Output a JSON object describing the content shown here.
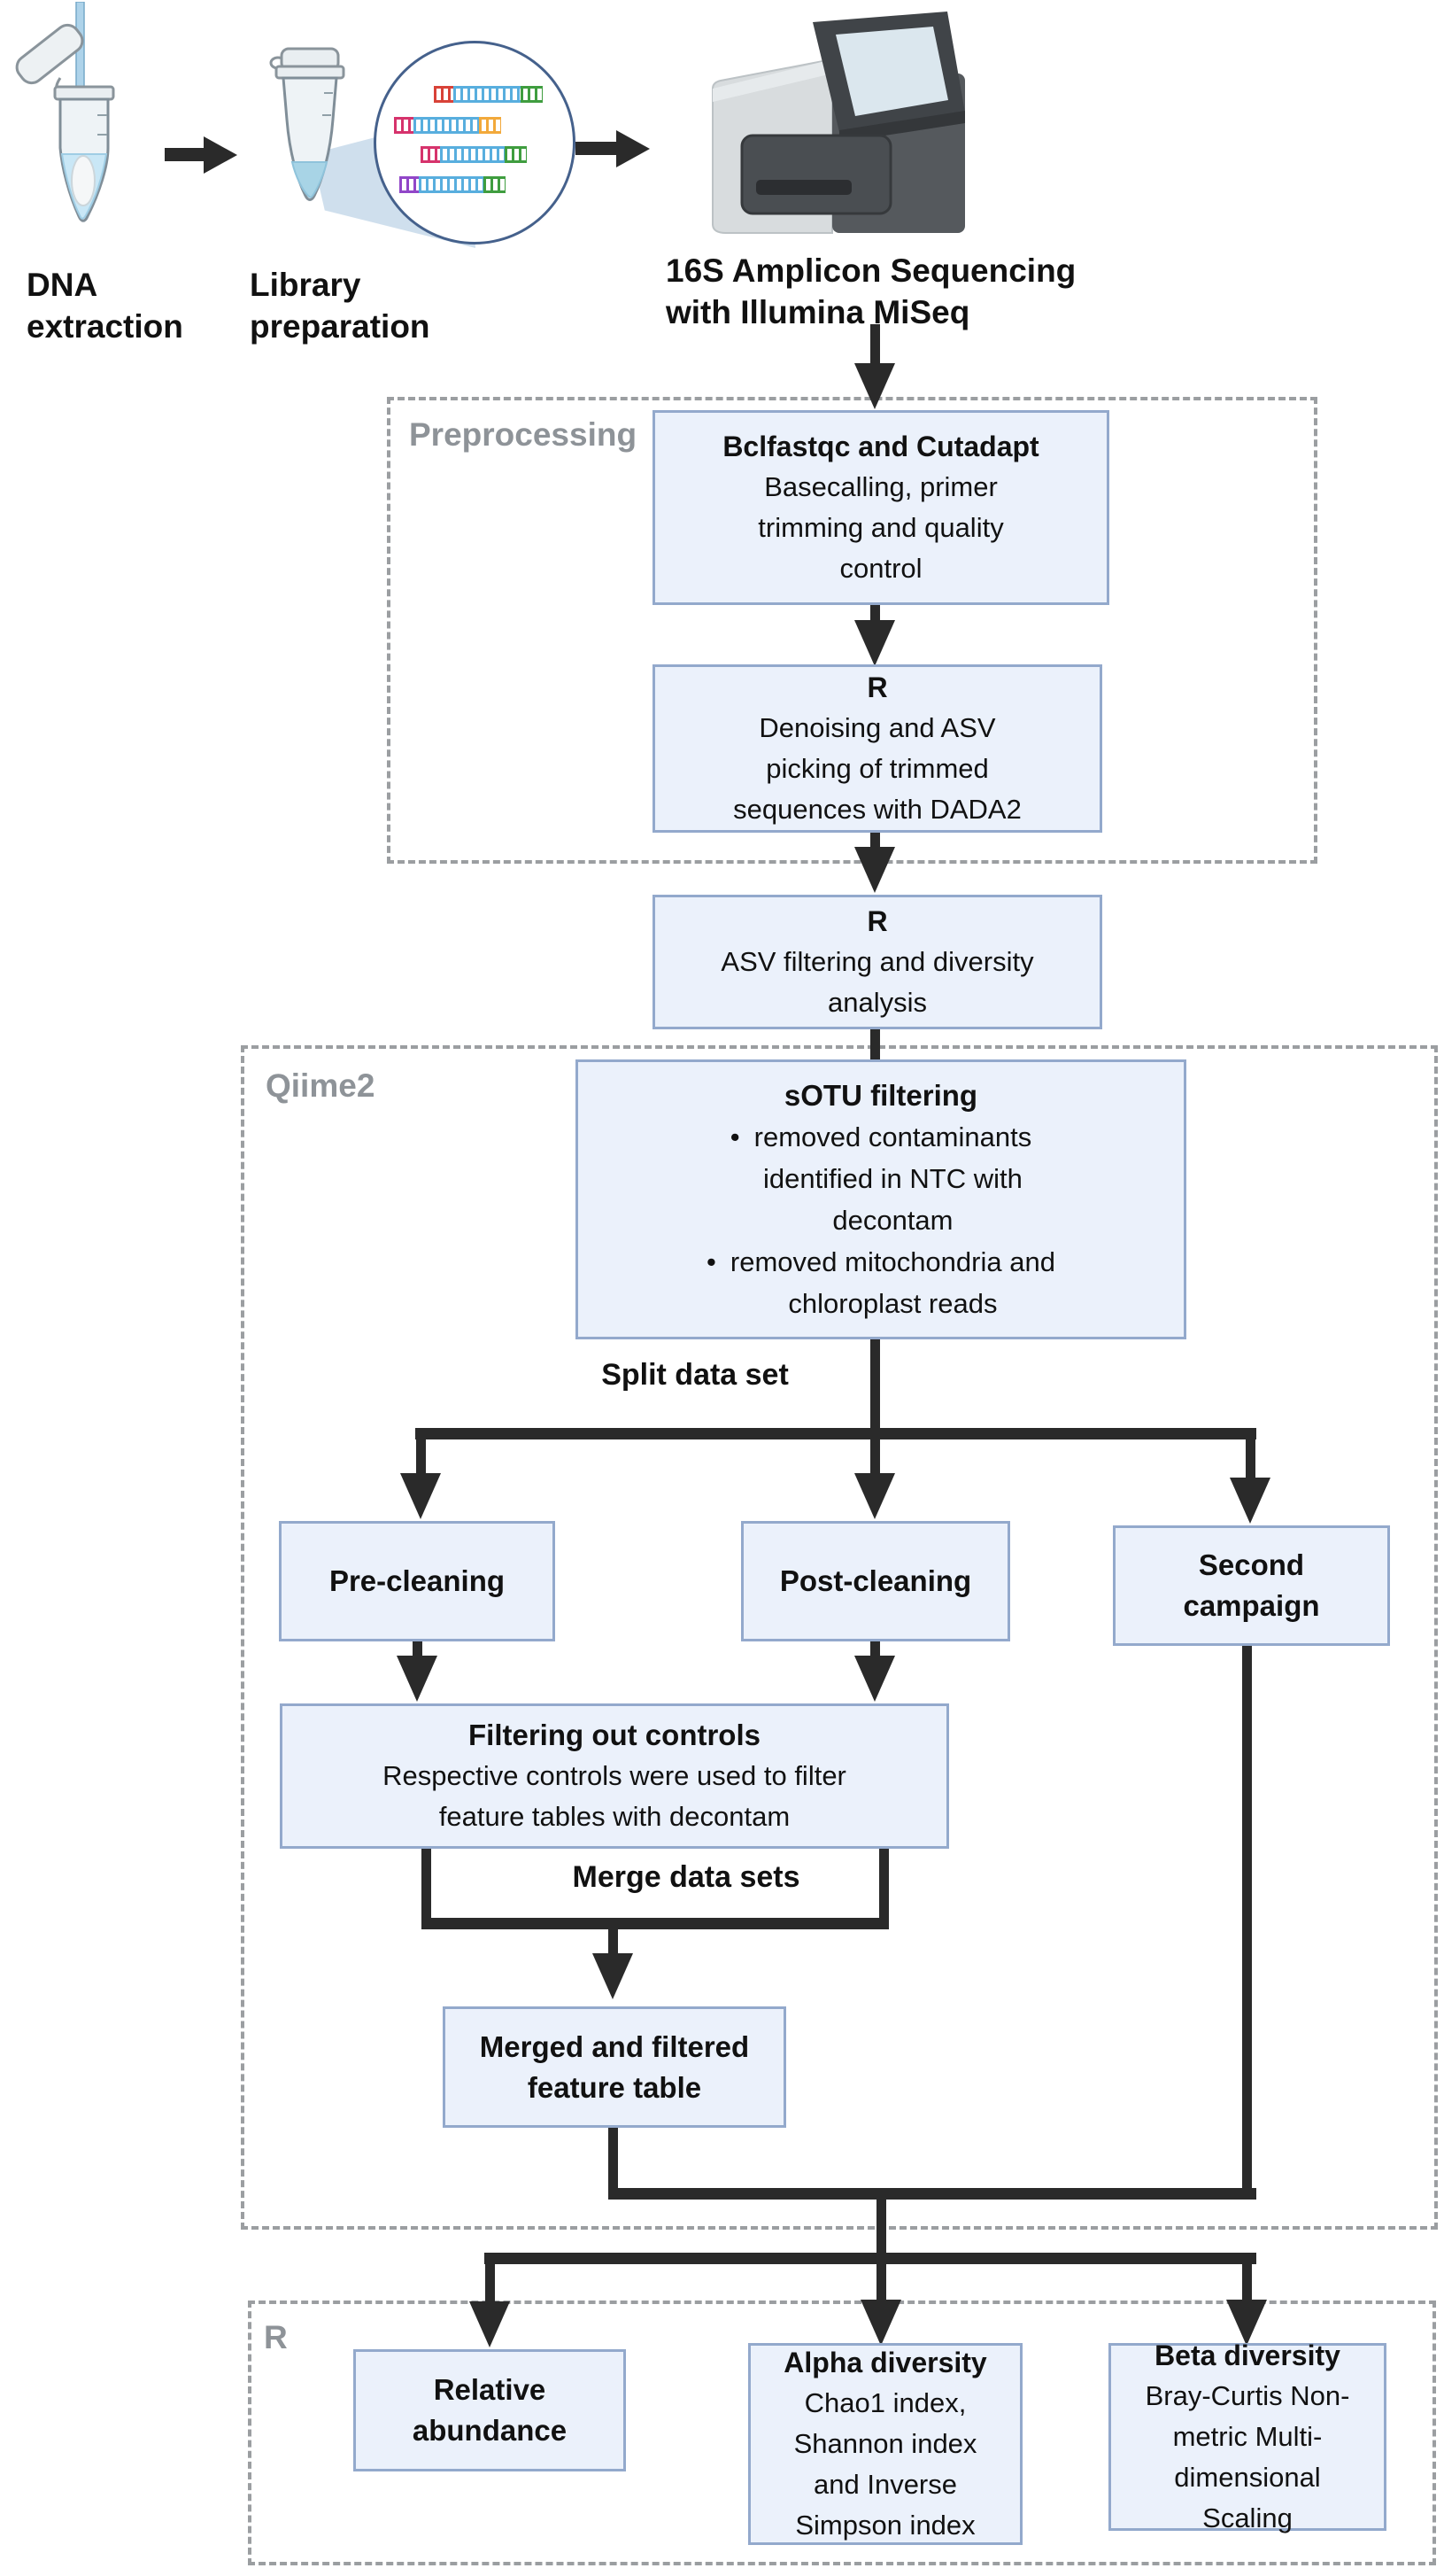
{
  "top_row": {
    "dna_extraction_label": "DNA\nextraction",
    "library_preparation_label": "Library\npreparation",
    "sequencing_label": "16S Amplicon Sequencing\nwith Illumina MiSeq"
  },
  "preprocessing": {
    "section_label": "Preprocessing",
    "bcl_box": {
      "title": "Bclfastqc and Cutadapt",
      "body": "Basecalling, primer\ntrimming and quality\ncontrol"
    },
    "dada_box": {
      "title": "R",
      "body": "Denoising and ASV\npicking of trimmed\nsequences with DADA2"
    }
  },
  "asv_box": {
    "title": "R",
    "body": "ASV filtering and diversity\nanalysis"
  },
  "qiime2": {
    "section_label": "Qiime2",
    "sotu_box": {
      "title": "sOTU filtering",
      "bullet_glyph": "•",
      "bullets": [
        "removed contaminants\nidentified in NTC with\ndecontam",
        "removed mitochondria and\nchloroplast reads"
      ]
    },
    "split_label": "Split data set",
    "pre_cleaning_box": "Pre-cleaning",
    "post_cleaning_box": "Post-cleaning",
    "second_campaign_box": "Second\ncampaign",
    "filtering_box": {
      "title": "Filtering out controls",
      "body": "Respective controls were used to filter\nfeature tables with decontam"
    },
    "merge_label": "Merge data sets",
    "merged_box": "Merged and filtered\nfeature table"
  },
  "r_section": {
    "section_label": "R",
    "relative_box": "Relative\nabundance",
    "alpha_box": {
      "title": "Alpha diversity",
      "body": "Chao1 index,\nShannon index\nand Inverse\nSimpson index"
    },
    "beta_box": {
      "title": "Beta diversity",
      "body": "Bray-Curtis Non-\nmetric Multi-\ndimensional\nScaling"
    }
  },
  "icons": {
    "dna_extraction": "tube-with-swab-icon",
    "library_preparation": "tube-with-dna-fragments-magnifier-icon",
    "sequencer": "miseq-sequencer-icon",
    "flow_arrows": "black-arrow-connectors"
  },
  "colors": {
    "box_fill": "#ebf1fb",
    "box_border": "#93a9cc",
    "connector": "#2a2a2a",
    "dashed_border": "#9b9ea1",
    "section_label": "#8e9398",
    "dna_mid_blue": "#58aede",
    "fragment_red": "#d84238",
    "fragment_pink": "#d6336c",
    "fragment_purple": "#9146c8",
    "fragment_green": "#3f9d3f",
    "fragment_orange": "#f2a93b",
    "liquid_blue": "#c9e7f6"
  }
}
